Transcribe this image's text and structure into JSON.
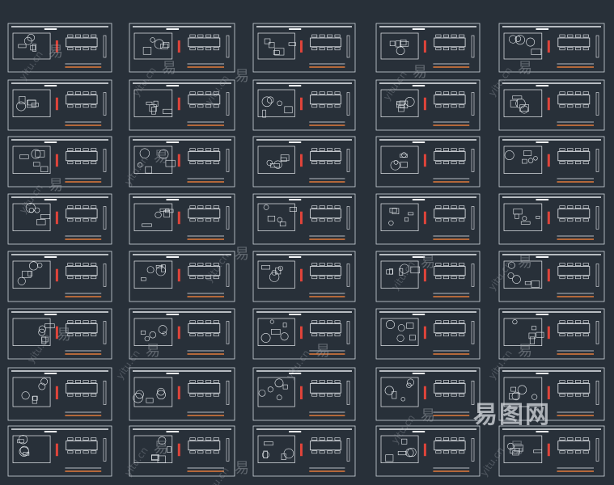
{
  "canvas": {
    "background": "#283039",
    "line_color": "#e8ecf0",
    "accent_red": "#e0443a",
    "accent_orange": "#e27a3a",
    "accent_white": "#f4f6f8"
  },
  "watermarks": {
    "char": "易",
    "text": "yitu.cn",
    "logo": "易图网"
  }
}
